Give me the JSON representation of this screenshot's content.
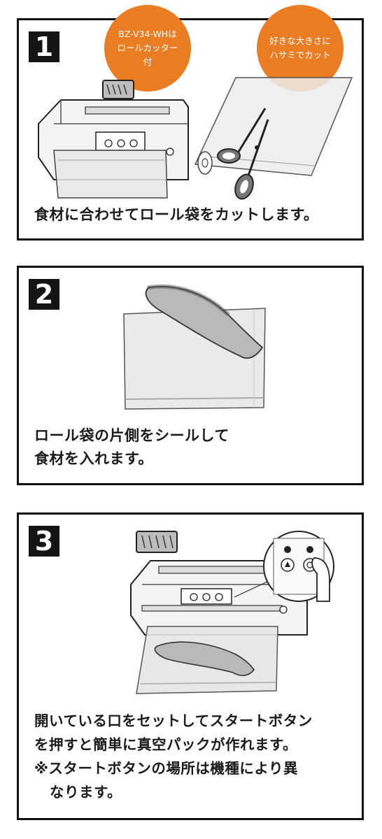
{
  "steps": [
    {
      "number": "1",
      "caption_lines": [
        "食材に合わせてロール袋をカットします。"
      ],
      "bubbles": [
        {
          "lines": [
            "BZ-V34-WHは",
            "ロールカッター",
            "付"
          ]
        },
        {
          "lines": [
            "好きな大きさに",
            "ハサミでカット"
          ]
        }
      ]
    },
    {
      "number": "2",
      "caption_lines": [
        "ロール袋の片側をシールして",
        "食材を入れます。"
      ]
    },
    {
      "number": "3",
      "caption_lines": [
        "開いている口をセットしてスタートボタン",
        "を押すと簡単に真空パックが作れます。",
        "※スタートボタンの場所は機種により異",
        "なります。"
      ]
    }
  ],
  "colors": {
    "accent_orange": "#ea7d24",
    "border": "#111111",
    "bag_fill": "#e6e6e6",
    "food_fill": "#b9b9b9"
  }
}
